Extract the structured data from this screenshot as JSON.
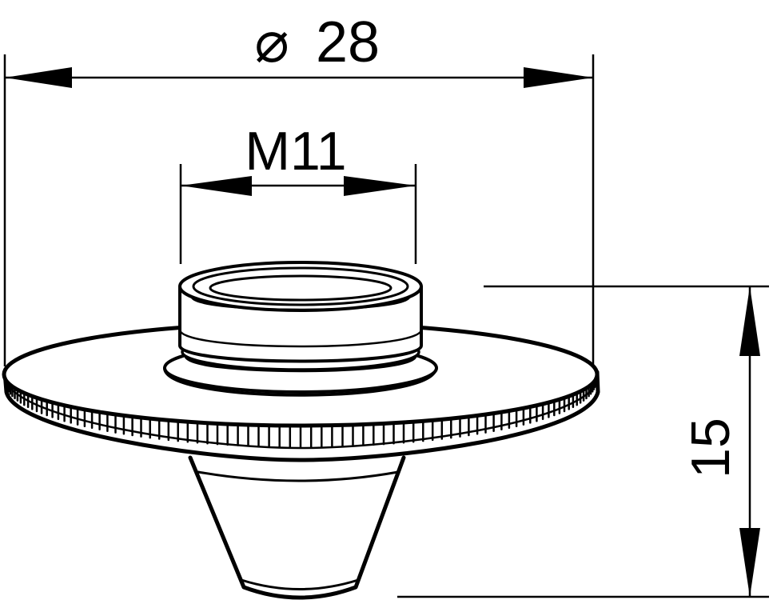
{
  "dimensions": {
    "outer_diameter": {
      "symbol": "⌀",
      "value": "28"
    },
    "thread": {
      "label": "M11"
    },
    "height": {
      "value": "15"
    }
  },
  "colors": {
    "line": "#000000",
    "background": "#ffffff"
  }
}
